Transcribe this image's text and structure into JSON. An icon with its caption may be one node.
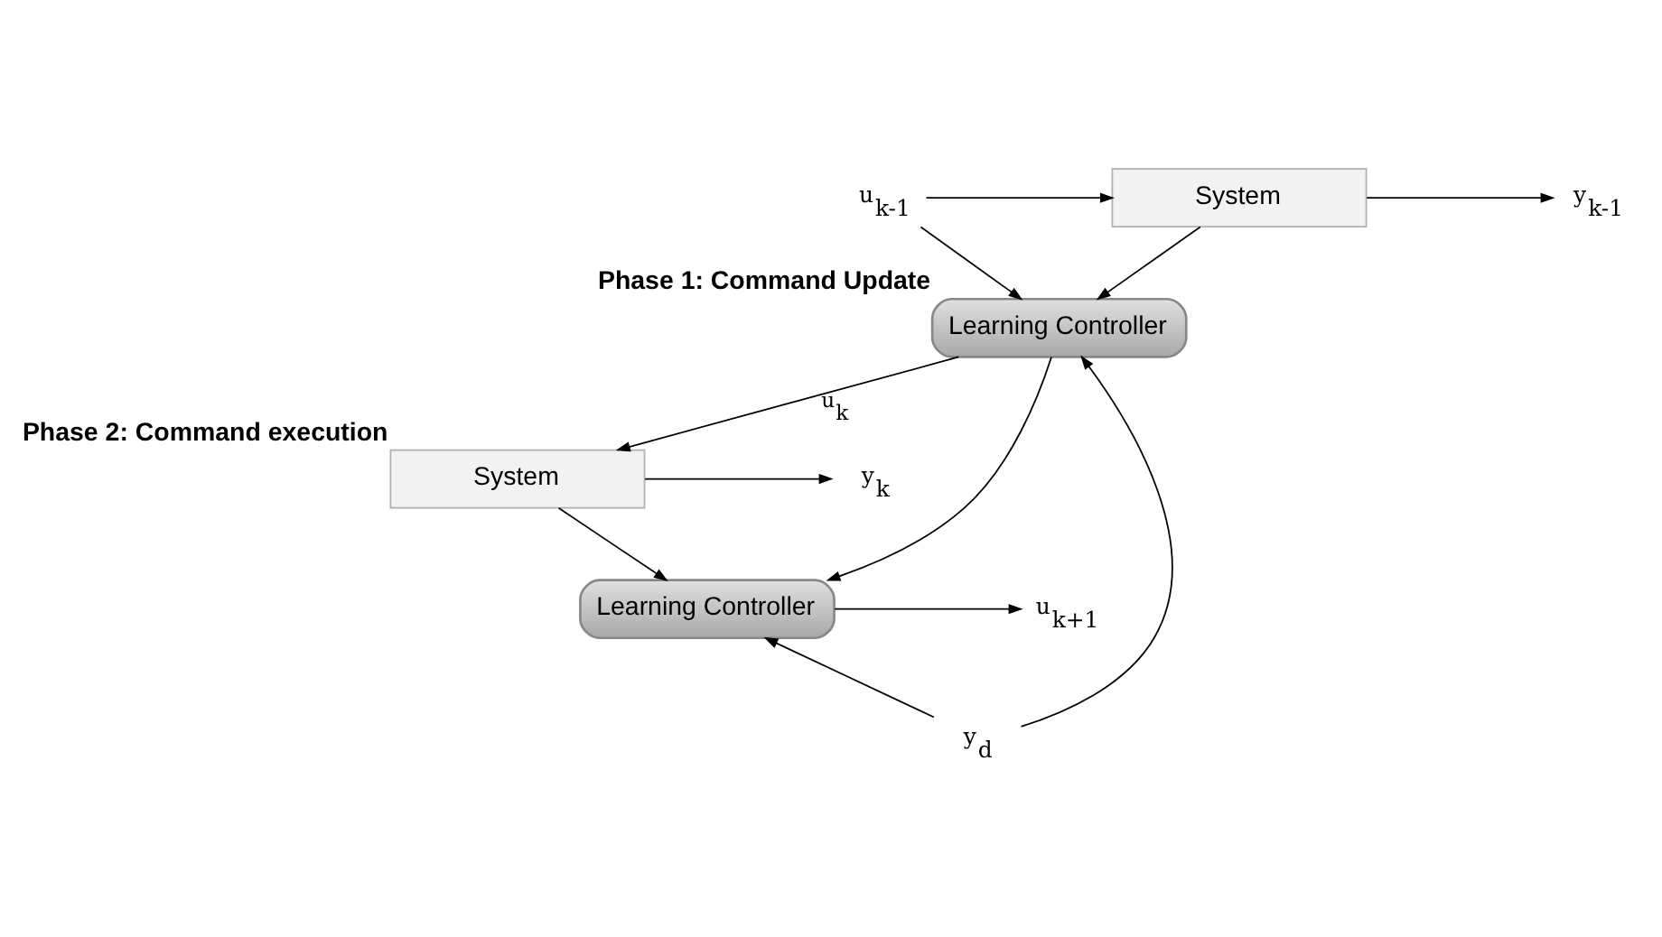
{
  "diagram": {
    "nodes": [
      {
        "text": [
          "u$_{k-1}$"
        ]
      },
      {
        "text": [
          "System"
        ]
      },
      {
        "text": [
          "y$_{k-1}$"
        ]
      },
      {
        "text": [
          "Learning Controller"
        ],
        "beside": [
          "Phase 1: Command Update"
        ]
      },
      {
        "text": [
          "System"
        ],
        "beside": [
          "Phase 2: Command execution"
        ]
      },
      {
        "text": [
          "y$_{k}$"
        ]
      },
      {
        "text": [
          "Learning Controller"
        ]
      },
      {
        "text": [
          "u$_{k+1}$"
        ]
      },
      {
        "text": [
          "y$_{d}$"
        ]
      }
    ],
    "edges": [
      {
        "from": 0,
        "to": 1,
        "arrow": "to"
      },
      {
        "from": 0,
        "to": 3,
        "arrow": "to"
      },
      {
        "from": 1,
        "to": 2,
        "arrow": "to"
      },
      {
        "from": 1,
        "to": 3,
        "arrow": "to"
      },
      {
        "from": 3,
        "to": 4,
        "arrow": "to",
        "label": "u$_{k}$"
      },
      {
        "from": 3,
        "to": 6,
        "arrow": "to"
      },
      {
        "from": 4,
        "to": 5,
        "arrow": "to"
      },
      {
        "from": 4,
        "to": 6,
        "arrow": "to"
      },
      {
        "from": 8,
        "to": 3,
        "arrow": "to"
      },
      {
        "from": 8,
        "to": 6,
        "arrow": "to"
      },
      {
        "from": 6,
        "to": 7,
        "arrow": "to"
      }
    ]
  }
}
